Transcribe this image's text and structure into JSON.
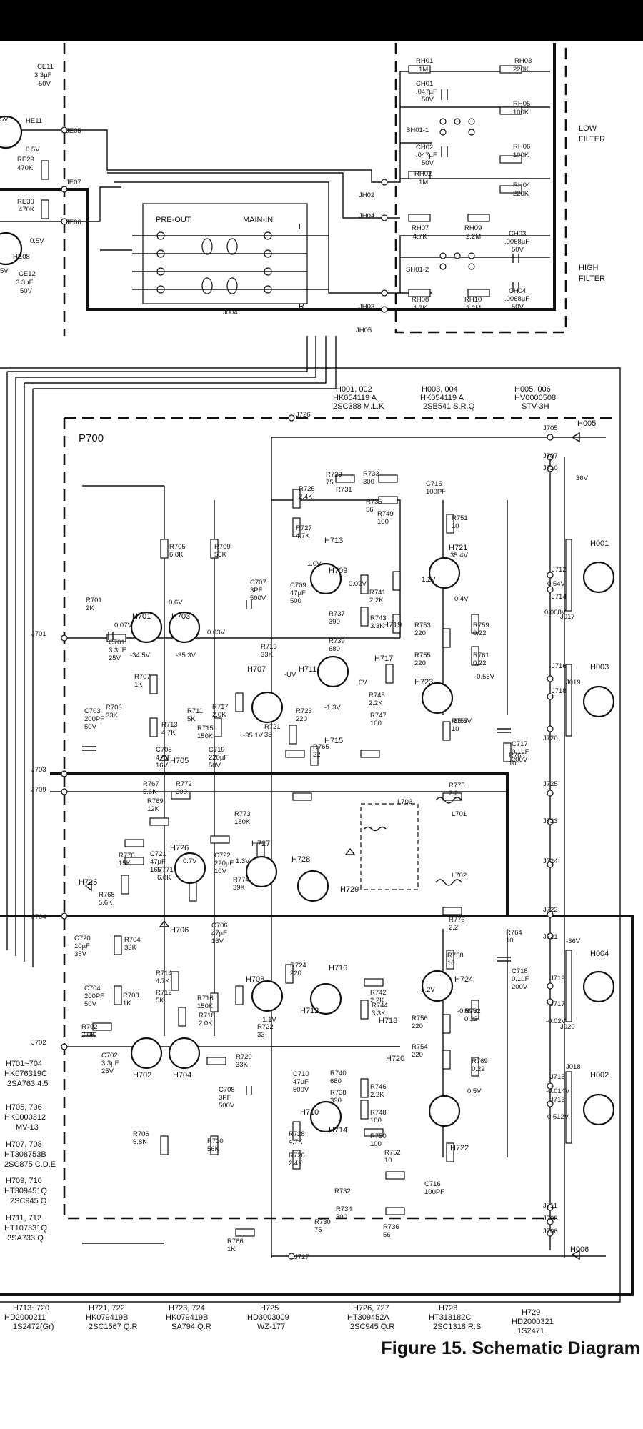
{
  "figure": {
    "caption": "Figure 15.   Schematic Diagram"
  },
  "filters": {
    "low": [
      "LOW",
      "FILTER"
    ],
    "high": [
      "HIGH",
      "FILTER"
    ],
    "switches": [
      "SH01-1",
      "SH01-2"
    ],
    "parts": [
      [
        "RH01",
        "1M"
      ],
      [
        "CH01",
        ".047µF"
      ],
      [
        "",
        "50V"
      ],
      [
        "RH03",
        "220K"
      ],
      [
        "RH05",
        "100K"
      ],
      [
        "RH06",
        "100K"
      ],
      [
        "CH02",
        ".047µF"
      ],
      [
        "",
        "50V"
      ],
      [
        "RH02",
        "1M"
      ],
      [
        "RH04",
        "220K"
      ],
      [
        "RH07",
        "4.7K"
      ],
      [
        "RH09",
        "2.2M"
      ],
      [
        "CH03",
        ".0068µF"
      ],
      [
        "",
        "50V"
      ],
      [
        "RH08",
        "4.7K"
      ],
      [
        "RH10",
        "2.2M"
      ],
      [
        "CH04",
        ".0068µF"
      ],
      [
        "",
        "50V"
      ]
    ]
  },
  "jack": {
    "pre_out": "PRE-OUT",
    "main_in": "MAIN-IN",
    "ref": "J004",
    "l": "L",
    "r": "R"
  },
  "left_parts": [
    [
      "CE11",
      "3.3µF",
      "50V"
    ],
    [
      "HE11",
      "",
      ""
    ],
    [
      "RE29",
      "470K",
      ""
    ],
    [
      "RE30",
      "470K",
      ""
    ],
    [
      "HE08",
      "",
      ""
    ],
    [
      "CE12",
      "3.3µF",
      "50V"
    ]
  ],
  "left_voltages": [
    "5V",
    "0.5V",
    "0.5V",
    "5V"
  ],
  "junctions": [
    "JE05",
    "JE07",
    "JE06",
    "JH02",
    "JH04",
    "JH03",
    "JH05",
    "J726",
    "J705",
    "J707",
    "J710",
    "J712",
    "J714",
    "J716",
    "J718",
    "J720",
    "J725",
    "J723",
    "J724",
    "J722",
    "J701",
    "J703",
    "J709",
    "J704",
    "J702",
    "J721",
    "J719",
    "J717",
    "J715",
    "J713",
    "J711",
    "J708",
    "J706",
    "J727",
    "J017",
    "J019",
    "J018",
    "J020"
  ],
  "board": "P700",
  "headers": [
    [
      "H001, 002",
      "HK054119 A",
      "2SC388 M.L.K"
    ],
    [
      "H003, 004",
      "HK054119 A",
      "2SB541 S.R.Q"
    ],
    [
      "H005, 006",
      "HV0000508",
      "STV-3H"
    ]
  ],
  "transistors": [
    "H701",
    "H703",
    "H707",
    "H709",
    "H711",
    "H713",
    "H715",
    "H717",
    "H719",
    "H721",
    "H723",
    "H705",
    "H725",
    "H726",
    "H727",
    "H728",
    "H729",
    "H702",
    "H704",
    "H706",
    "H708",
    "H710",
    "H712",
    "H714",
    "H716",
    "H718",
    "H720",
    "H722",
    "H724",
    "H001",
    "H003",
    "H002",
    "H004",
    "H005",
    "H006"
  ],
  "resistors": [
    [
      "R705",
      "6.8K"
    ],
    [
      "R709",
      "56K"
    ],
    [
      "R701",
      "2K"
    ],
    [
      "R707",
      "1K"
    ],
    [
      "R703",
      "33K"
    ],
    [
      "R711",
      "5K"
    ],
    [
      "R713",
      "4.7K"
    ],
    [
      "R715",
      "150K"
    ],
    [
      "R717",
      "2.0K"
    ],
    [
      "R719",
      "33K"
    ],
    [
      "R721",
      "33"
    ],
    [
      "R723",
      "220"
    ],
    [
      "R725",
      "2.4K"
    ],
    [
      "R727",
      "4.7K"
    ],
    [
      "R729",
      "75"
    ],
    [
      "R731",
      ""
    ],
    [
      "R733",
      "300"
    ],
    [
      "R735",
      "56"
    ],
    [
      "R737",
      "390"
    ],
    [
      "R739",
      "680"
    ],
    [
      "R741",
      "2.2K"
    ],
    [
      "R743",
      "3.3K"
    ],
    [
      "R745",
      "2.2K"
    ],
    [
      "R747",
      "100"
    ],
    [
      "R749",
      "100"
    ],
    [
      "R751",
      "10"
    ],
    [
      "R753",
      "220"
    ],
    [
      "R755",
      "220"
    ],
    [
      "R757",
      "10"
    ],
    [
      "R759",
      "0.22"
    ],
    [
      "R761",
      "0.22"
    ],
    [
      "R763",
      "10"
    ],
    [
      "R765",
      "22"
    ],
    [
      "R767",
      "5.6K"
    ],
    [
      "R768",
      "5.6K"
    ],
    [
      "R769",
      "12K"
    ],
    [
      "R770",
      "15K"
    ],
    [
      "R771",
      "6.8K"
    ],
    [
      "R772",
      "300"
    ],
    [
      "R773",
      "180K"
    ],
    [
      "R774",
      "39K"
    ],
    [
      "R775",
      "2.2"
    ],
    [
      "R776",
      "2.2"
    ],
    [
      "R764",
      "10"
    ],
    [
      "R704",
      "33K"
    ],
    [
      "R708",
      "1K"
    ],
    [
      "R702",
      "2.0K"
    ],
    [
      "R706",
      "6.8K"
    ],
    [
      "R710",
      "56K"
    ],
    [
      "R712",
      "5K"
    ],
    [
      "R714",
      "4.7K"
    ],
    [
      "R716",
      "150K"
    ],
    [
      "R718",
      "2.0K"
    ],
    [
      "R720",
      "33K"
    ],
    [
      "R722",
      "33"
    ],
    [
      "R724",
      "220"
    ],
    [
      "R726",
      "2.4K"
    ],
    [
      "R728",
      "4.7K"
    ],
    [
      "R730",
      "75"
    ],
    [
      "R732",
      ""
    ],
    [
      "R734",
      "300"
    ],
    [
      "R736",
      "56"
    ],
    [
      "R738",
      "390"
    ],
    [
      "R740",
      "680"
    ],
    [
      "R742",
      "2.2K"
    ],
    [
      "R744",
      "3.3K"
    ],
    [
      "R746",
      "2.2K"
    ],
    [
      "R748",
      "100"
    ],
    [
      "R750",
      "100"
    ],
    [
      "R752",
      "10"
    ],
    [
      "R754",
      "220"
    ],
    [
      "R756",
      "220"
    ],
    [
      "R758",
      "10"
    ],
    [
      "R762",
      "0.22"
    ],
    [
      "R766",
      "1K"
    ],
    [
      "R769",
      "0.22"
    ]
  ],
  "capacitors": [
    [
      "C701",
      "3.3µF",
      "25V"
    ],
    [
      "C703",
      "200PF",
      "50V"
    ],
    [
      "C705",
      "47µF",
      "16V"
    ],
    [
      "C707",
      "3PF",
      "500V"
    ],
    [
      "C709",
      "47µF",
      "500"
    ],
    [
      "C715",
      "100PF",
      ""
    ],
    [
      "C717",
      "0.1µF",
      "200V"
    ],
    [
      "C719",
      "220µF",
      "50V"
    ],
    [
      "C721",
      "47µF",
      "16V"
    ],
    [
      "C722",
      "220µF",
      "10V"
    ],
    [
      "C720",
      "10µF",
      "35V"
    ],
    [
      "C704",
      "200PF",
      "50V"
    ],
    [
      "C706",
      "47µF",
      "16V"
    ],
    [
      "C702",
      "3.3µF",
      "25V"
    ],
    [
      "C708",
      "3PF",
      "500V"
    ],
    [
      "C710",
      "47µF",
      "500V"
    ],
    [
      "C716",
      "100PF",
      ""
    ],
    [
      "C718",
      "0.1µF",
      "200V"
    ]
  ],
  "inductors": [
    "L701",
    "L702",
    "L703"
  ],
  "voltages": [
    "1.0V",
    "0.02V",
    "35.4V",
    "1.2V",
    "0.4V",
    "0.54V",
    "0.008V",
    "0.03V",
    "0.07V",
    "0.6V",
    "-34.5V",
    "-35.3V",
    "-35.1V",
    "-UV",
    "-1.3V",
    "0V",
    "-0.55V",
    "-35.5V",
    "-36V",
    "36V",
    "0.7V",
    "1.3V",
    "0.5V",
    "-0.014V",
    "0.512V",
    "-0.02V",
    "-0.59V",
    "-1.1V",
    "-1.2V"
  ],
  "legend": [
    [
      "H701~704",
      "HK076319C",
      "2SA763 4.5"
    ],
    [
      "H705, 706",
      "HK0000312",
      "MV-13"
    ],
    [
      "H707, 708",
      "HT308753B",
      "2SC875 C.D.E"
    ],
    [
      "H709, 710",
      "HT309451Q",
      "2SC945 Q"
    ],
    [
      "H711, 712",
      "HT107331Q",
      "2SA733 Q"
    ]
  ],
  "bottom_legend": [
    [
      "H713~720",
      "HD2000211",
      "1S2472(Gr)"
    ],
    [
      "H721, 722",
      "HK079419B",
      "2SC1567 Q.R"
    ],
    [
      "H723, 724",
      "HK079419B",
      "SA794 Q.R"
    ],
    [
      "H725",
      "HD3003009",
      "WZ-177"
    ],
    [
      "H726, 727",
      "HT309452A",
      "2SC945 Q.R"
    ],
    [
      "H728",
      "HT313182C",
      "2SC1318 R.S"
    ],
    [
      "H729",
      "HD2000321",
      "1S2471"
    ]
  ]
}
